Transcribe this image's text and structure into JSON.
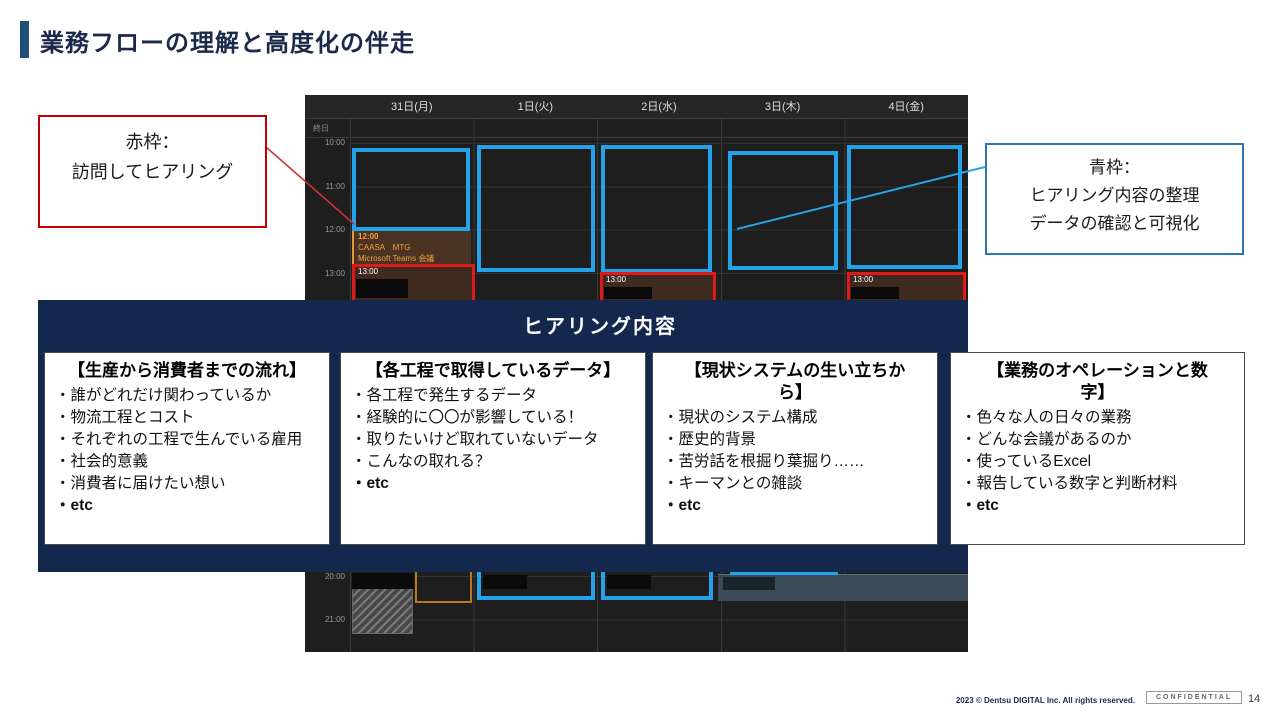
{
  "slide": {
    "title": "業務フローの理解と高度化の伴走",
    "page_number": "14",
    "footer": {
      "copyright": "2023 © Dentsu DIGITAL Inc. All rights reserved.",
      "confidential": "CONFIDENTIAL"
    }
  },
  "annotations": {
    "red_note": {
      "heading": "赤枠：",
      "body": "訪問してヒアリング"
    },
    "blue_note": {
      "heading": "青枠：",
      "line1": "ヒアリング内容の整理",
      "line2": "データの確認と可視化"
    }
  },
  "calendar": {
    "days": [
      "31日(月)",
      "1日(火)",
      "2日(水)",
      "3日(木)",
      "4日(金)"
    ],
    "allday_label": "終日",
    "times_top": [
      "10:00",
      "11:00",
      "12:00",
      "13:00"
    ],
    "times_bottom": [
      "20:00",
      "21:00"
    ],
    "events": {
      "monday_noon": {
        "time": "12:00",
        "title": "CAASA　MTG",
        "location": "Microsoft Teams 会議"
      },
      "monday_13": {
        "time": "13:00"
      },
      "wednesday_13": {
        "time": "13:00"
      },
      "friday_13": {
        "time": "13:00"
      }
    }
  },
  "hearing": {
    "banner_title": "ヒアリング内容",
    "cards": [
      {
        "title": "【生産から消費者までの流れ】",
        "items": [
          "・誰がどれだけ関わっているか",
          "・物流工程とコスト",
          "・それぞれの工程で生んでいる雇用",
          "・社会的意義",
          "・消費者に届けたい想い",
          "・etc"
        ]
      },
      {
        "title": "【各工程で取得しているデータ】",
        "items": [
          "・各工程で発生するデータ",
          "・経験的に〇〇が影響している！",
          "・取りたいけど取れていないデータ",
          "・こんなの取れる？",
          "・etc"
        ]
      },
      {
        "title": "【現状システムの生い立ちから】",
        "items": [
          "・現状のシステム構成",
          "・歴史的背景",
          "・苦労話を根掘り葉掘り……",
          "・キーマンとの雑談",
          "・etc"
        ]
      },
      {
        "title": "【業務のオペレーションと数字】",
        "items": [
          "・色々な人の日々の業務",
          "・どんな会議があるのか",
          "・使っているExcel",
          "・報告している数字と判断材料",
          "・etc"
        ]
      }
    ]
  },
  "colors": {
    "accent_blue": "#1f4e79",
    "panel_navy": "#14284e",
    "frame_blue": "#25a2e8",
    "frame_red": "#e01a1a",
    "note_red_border": "#c00000",
    "note_blue_border": "#2e75b6",
    "event_orange": "#f0a13a"
  }
}
